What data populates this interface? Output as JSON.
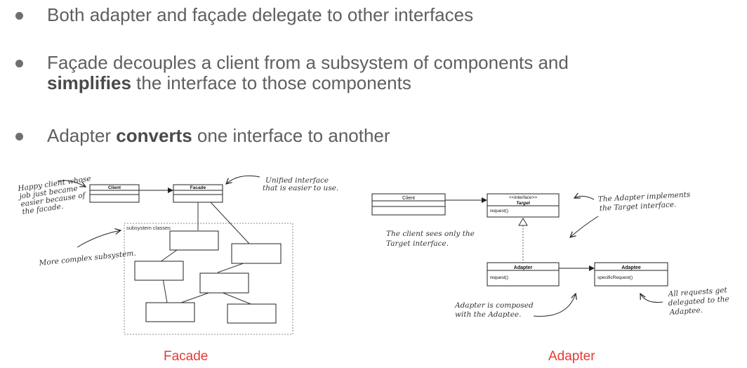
{
  "bullets": [
    {
      "text": "Both adapter and façade delegate to other interfaces"
    },
    {
      "line1": "Façade decouples a client from a subsystem of components and",
      "bold": "simplifies",
      "rest": " the interface to those components"
    },
    {
      "pre": "Adapter ",
      "bold": "converts",
      "post": " one interface to another"
    }
  ],
  "facade": {
    "caption": "Facade",
    "client": "Client",
    "facade": "Facade",
    "subsystem": "subsystem classes",
    "note_client": [
      "Happy client whose",
      "job just became",
      "easier because of",
      "the facade."
    ],
    "note_unified": [
      "Unified interface",
      "that is easier to use."
    ],
    "note_complex": "More complex subsystem."
  },
  "adapter": {
    "caption": "Adapter",
    "client": "Client",
    "stereotype": "<<interface>>",
    "target": "Target",
    "target_method": "request()",
    "adapter": "Adapter",
    "adapter_method": "request()",
    "adaptee": "Adaptee",
    "adaptee_method": "specificRequest()",
    "note_implements": [
      "The Adapter implements",
      "the Target interface."
    ],
    "note_client_sees": [
      "The client sees only the",
      "Target interface."
    ],
    "note_composed": [
      "Adapter is composed",
      "with the Adaptee."
    ],
    "note_delegated": [
      "All requests get",
      "delegated to the",
      "Adaptee."
    ]
  }
}
